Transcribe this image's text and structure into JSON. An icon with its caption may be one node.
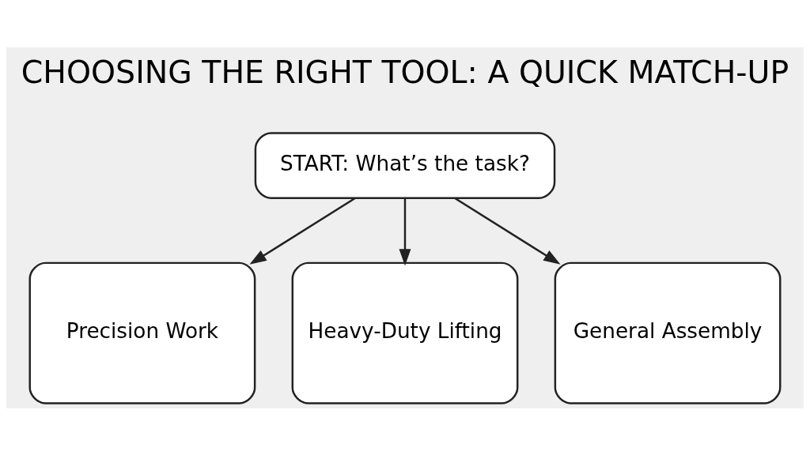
{
  "diagram": {
    "title": "CHOOSING THE RIGHT TOOL: A QUICK MATCH-UP",
    "nodes": [
      {
        "text": [
          "START: What’s the task?"
        ]
      },
      {
        "text": [
          "Precision Work"
        ]
      },
      {
        "text": [
          "Heavy-Duty Lifting"
        ]
      },
      {
        "text": [
          "General Assembly"
        ]
      }
    ],
    "edges": [
      {
        "from": 0,
        "to": 1,
        "arrow": "to"
      },
      {
        "from": 0,
        "to": 2,
        "arrow": "to"
      },
      {
        "from": 0,
        "to": 3,
        "arrow": "to"
      }
    ]
  }
}
